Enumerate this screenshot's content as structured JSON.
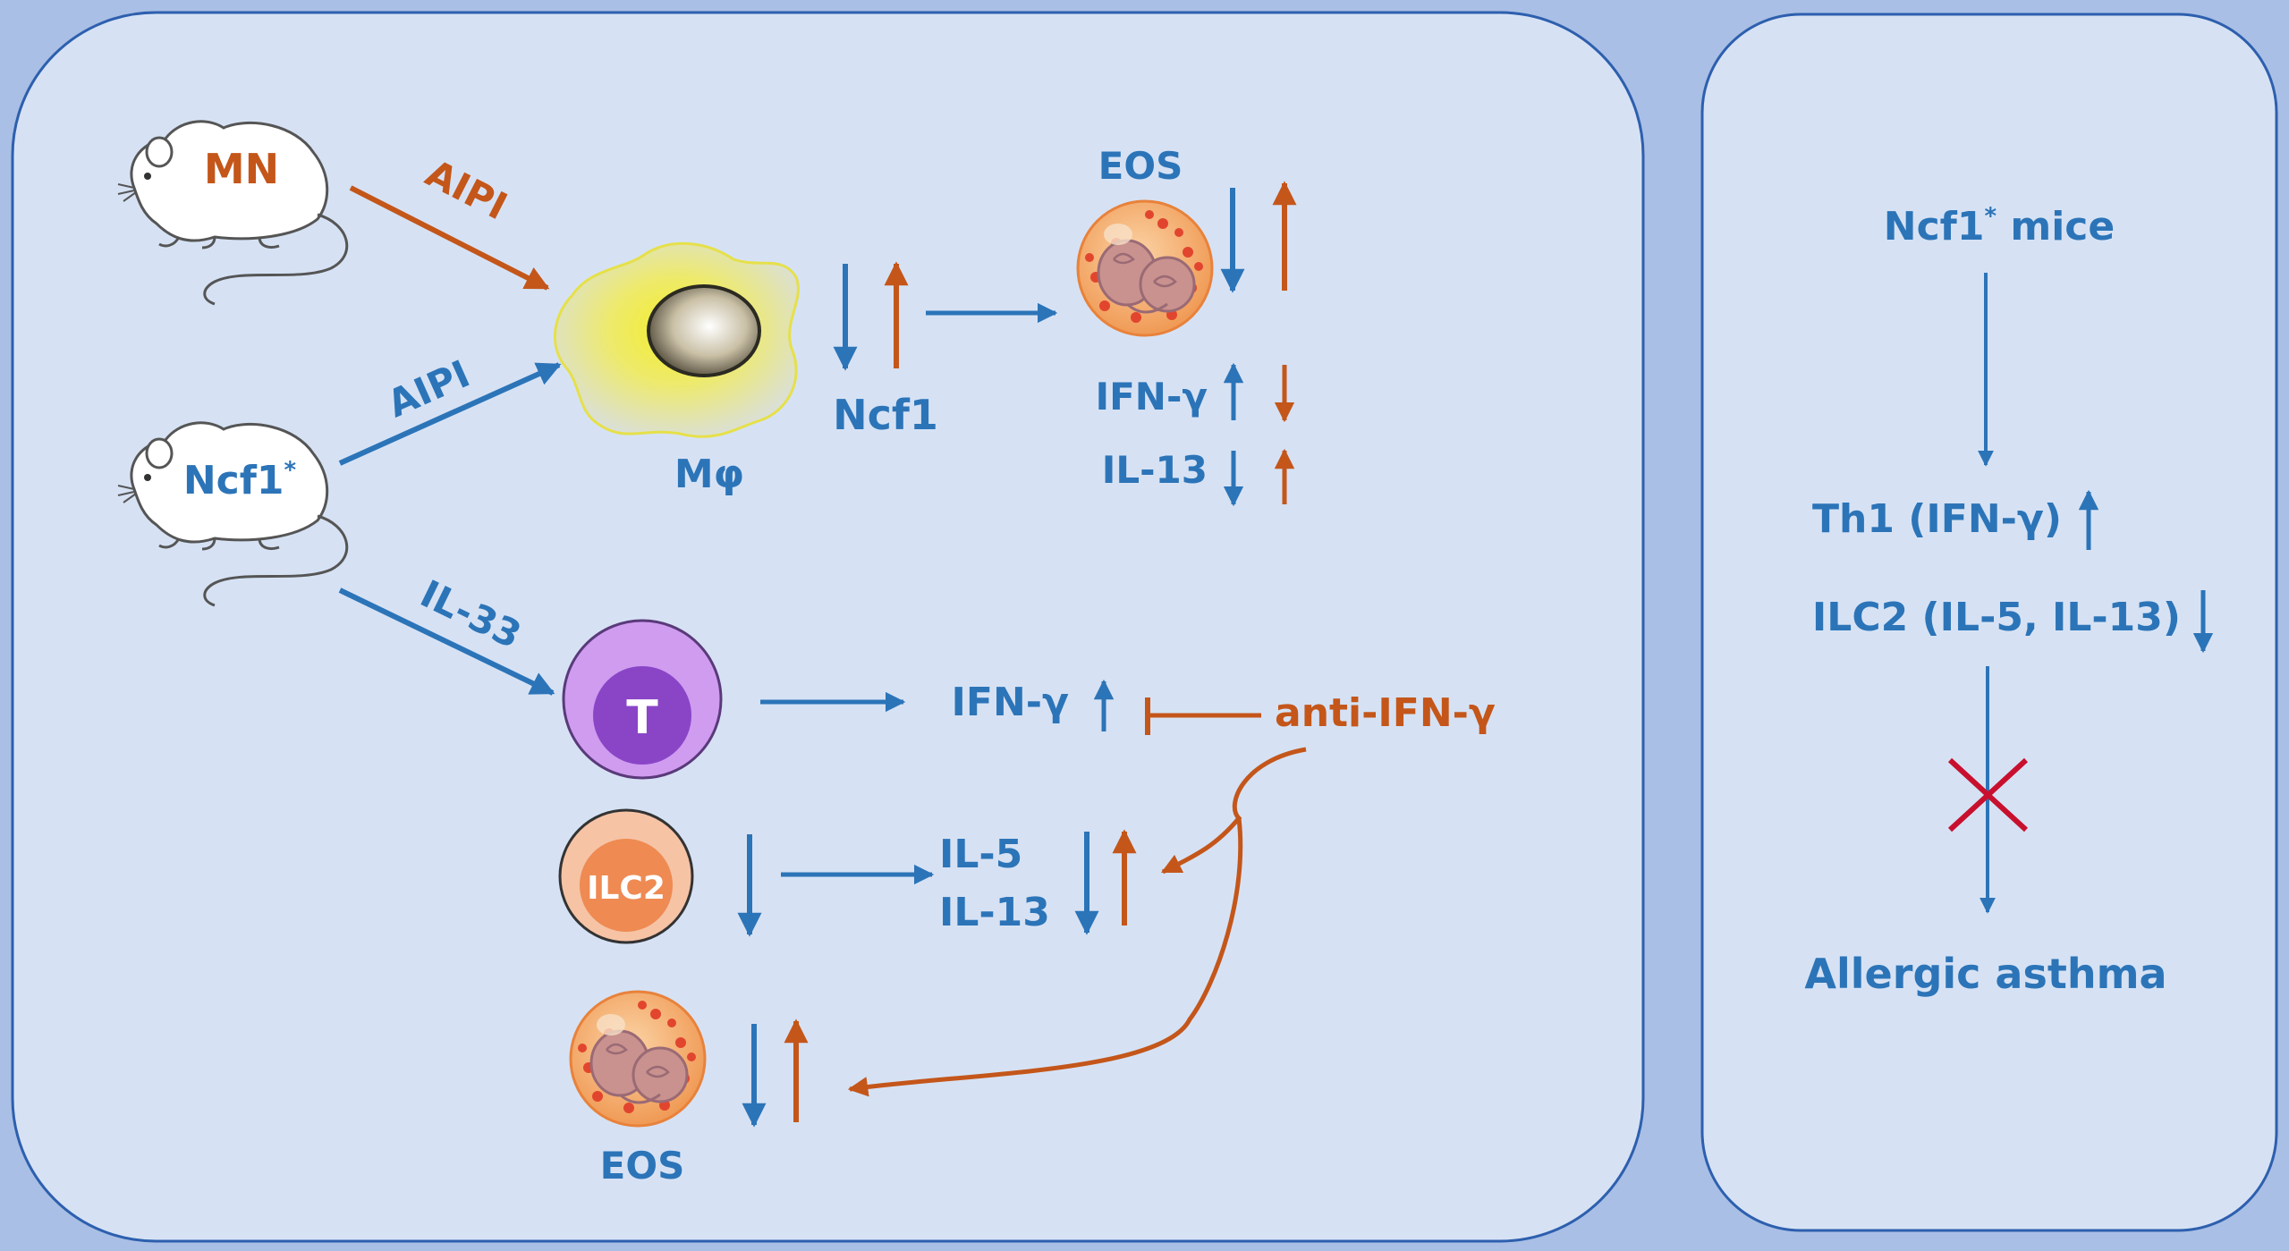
{
  "colors": {
    "background": "#a9bfe5",
    "panel_fill": "#d6e2f4",
    "panel_stroke": "#2d5fae",
    "blue": "#2c74b8",
    "orange": "#c4561a",
    "red_cross": "#c8102e",
    "t_cell": "#cf9cf0",
    "t_nucleus": "#8a45c7",
    "ilc2_cell": "#f6c3a5",
    "ilc2_nucleus": "#ee8a52"
  },
  "left_panel": {
    "mouse_wt_label": "MN",
    "mouse_mut_label": "Ncf1",
    "mouse_mut_superscript": "*",
    "aipi_wt_label": "AIPI",
    "aipi_mut_label": "AIPI",
    "il33_label": "IL-33",
    "macrophage_label": "Mφ",
    "ncf1_label": "Ncf1",
    "eos_top_label": "EOS",
    "ifng_top_label": "IFN-γ",
    "il13_top_label": "IL-13",
    "t_cell_label": "T",
    "ifng_t_label": "IFN-γ",
    "anti_ifng_label": "anti-IFN-γ",
    "ilc2_label": "ILC2",
    "il5_label": "IL-5",
    "il13_mid_label": "IL-13",
    "eos_bottom_label": "EOS"
  },
  "right_panel": {
    "top_label": "Ncf1",
    "top_superscript": "*",
    "top_suffix": " mice",
    "th1_label": "Th1 (IFN-γ)",
    "ilc2_label": "ILC2 (IL-5, IL-13)",
    "bottom_label": "Allergic asthma"
  }
}
